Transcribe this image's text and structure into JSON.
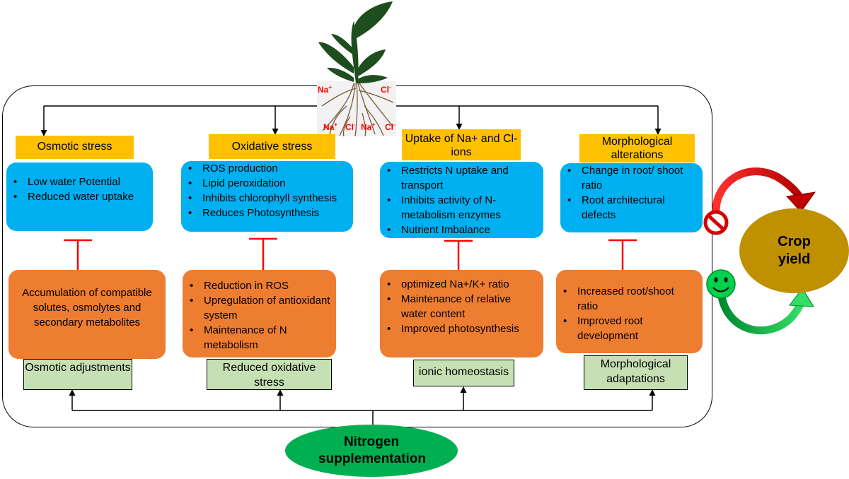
{
  "ions": {
    "na_top": "Na",
    "na_top_sup": "+",
    "cl_top": "Cl",
    "cl_top_sup": "-",
    "na_b1": "Na",
    "na_b1_sup": "+",
    "cl_b1": "Cl",
    "cl_b1_sup": "-",
    "na_b2": "Na",
    "na_b2_sup": "+",
    "cl_b2": "Cl",
    "cl_b2_sup": "-"
  },
  "stresses": [
    {
      "title": "Osmotic stress",
      "effects": [
        "Low water Potential",
        "Reduced water uptake"
      ]
    },
    {
      "title": "Oxidative stress",
      "effects": [
        "ROS production",
        "Lipid peroxidation",
        "Inhibits chlorophyll synthesis",
        "Reduces Photosynthesis"
      ]
    },
    {
      "title": "Uptake of Na+ and Cl- ions",
      "effects": [
        "Restricts N uptake and transport",
        "Inhibits activity of N-metabolism enzymes",
        "Nutrient Imbalance"
      ]
    },
    {
      "title": "Morphological alterations",
      "effects": [
        "Change in root/ shoot ratio",
        "Root architectural defects"
      ]
    }
  ],
  "responses": [
    {
      "text": "Accumulation of compatible solutes, osmolytes and secondary metabolites"
    },
    {
      "items": [
        "Reduction in ROS",
        "Upregulation of antioxidant system",
        "Maintenance of N metabolism"
      ]
    },
    {
      "items": [
        "optimized Na+/K+ ratio",
        "Maintenance of relative water content",
        "Improved photosynthesis"
      ]
    },
    {
      "items": [
        "Increased root/shoot ratio",
        "Improved root development"
      ]
    }
  ],
  "adaptations": [
    "Osmotic adjustments",
    "Reduced oxidative stress",
    "ionic homeostasis",
    "Morphological adaptations"
  ],
  "crop_yield": "Crop yield",
  "nitrogen": "Nitrogen supplementation",
  "colors": {
    "stress_header": "#ffc000",
    "effect_box": "#00b0f0",
    "response_box": "#ed7d31",
    "adaptation_box": "#c6e0b4",
    "crop_yield": "#bf9000",
    "nitrogen": "#00b050",
    "inhibition": "#ff0000",
    "negative_arrow": "#c00000",
    "positive_arrow": "#00b050"
  },
  "icons": [
    "plant-icon",
    "prohibited-icon",
    "smiley-icon"
  ]
}
